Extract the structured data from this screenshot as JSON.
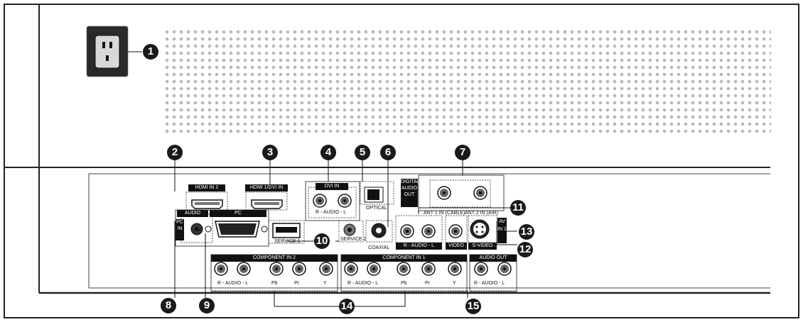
{
  "callouts": [
    "1",
    "2",
    "3",
    "4",
    "5",
    "6",
    "7",
    "8",
    "9",
    "10",
    "11",
    "12",
    "13",
    "14",
    "15"
  ],
  "ports": {
    "hdmi2": "HDMI IN 2",
    "hdmi1": "HDMI 1/DVI IN",
    "dvi": "DVI IN",
    "dvi_audio": "R - AUDIO - L",
    "optical": "OPTICAL",
    "digital_audio": "DIGITAL AUDIO OUT",
    "coaxial": "COAXIAL",
    "audio": "AUDIO",
    "pc": "PC",
    "pc_in": "PC IN",
    "service1": "SERVICE 1",
    "service2": "SERVICE 2",
    "ant1": "ANT 1 IN (CABLE)",
    "ant2": "ANT 2 IN (AIR)",
    "av_audio": "R - AUDIO - L",
    "video": "VIDEO",
    "svideo": "S-VIDEO",
    "av_in": "AV IN 1",
    "comp2": "COMPONENT IN 2",
    "comp2_audio": "R - AUDIO - L",
    "comp1": "COMPONENT IN 1",
    "comp1_audio": "R - AUDIO - L",
    "audio_out": "AUDIO OUT",
    "audio_out_rl": "R - AUDIO - L",
    "pb": "Pb",
    "pr": "Pr",
    "y": "Y"
  }
}
